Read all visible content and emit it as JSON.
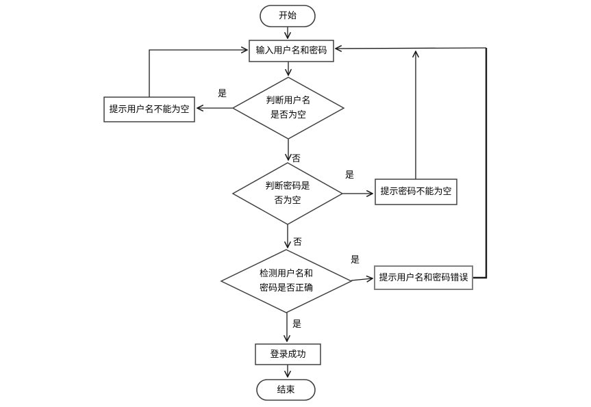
{
  "diagram": {
    "background": "#ffffff",
    "colors": {
      "shape_stroke": "#404040",
      "shape_fill": "#ffffff",
      "connector": "#1a1a1a",
      "warn_credentials_border": "#808080",
      "text": "#000000"
    },
    "nodes": {
      "start": {
        "label": "开始"
      },
      "input": {
        "label": "输入用户名和密码"
      },
      "check_username": {
        "line1": "判断用户名",
        "line2": "是否为空"
      },
      "warn_username": {
        "label": "提示用户名不能为空"
      },
      "check_password": {
        "line1": "判断密码是",
        "line2": "否为空"
      },
      "warn_password": {
        "label": "提示密码不能为空"
      },
      "check_credentials": {
        "line1": "检测用户名和",
        "line2": "密码是否正确"
      },
      "warn_credentials": {
        "label": "提示用户名和密码错误"
      },
      "success": {
        "label": "登录成功"
      },
      "end": {
        "label": "结束"
      }
    },
    "edge_labels": {
      "username_empty_yes": "是",
      "username_empty_no": "否",
      "password_empty_yes": "是",
      "password_empty_no": "否",
      "credentials_wrong_yes": "是",
      "credentials_correct_yes": "是"
    }
  }
}
